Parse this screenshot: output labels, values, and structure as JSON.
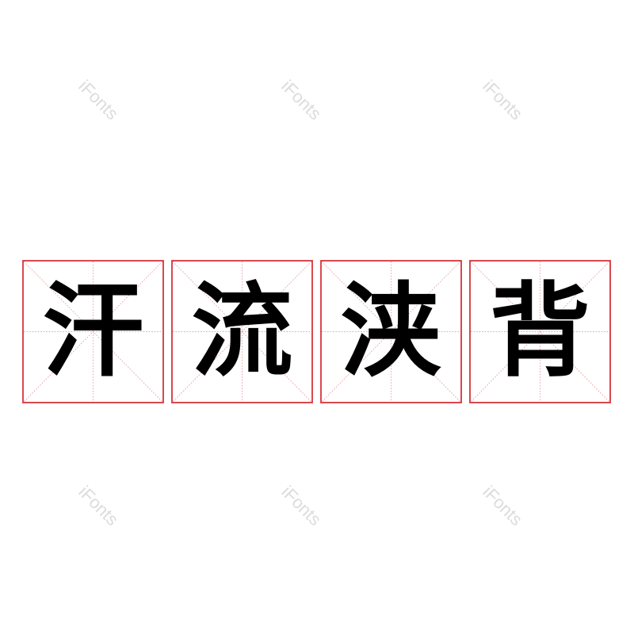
{
  "watermark": "iFonts",
  "phrase": [
    "汗",
    "流",
    "浃",
    "背"
  ],
  "colors": {
    "grid": "#d9484f",
    "glyph": "#000000",
    "watermark": "#dcdcdc"
  }
}
